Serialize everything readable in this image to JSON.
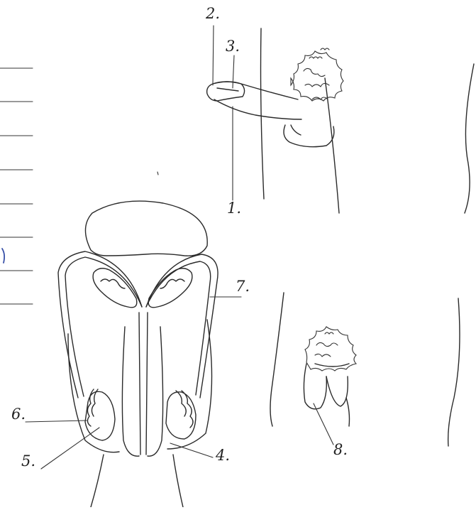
{
  "labels": {
    "l1": "1.",
    "l2": "2.",
    "l3": "3.",
    "l4": "4.",
    "l5": "5.",
    "l6": "6.",
    "l7": "7.",
    "l8": "8."
  },
  "colors": {
    "ink": "#2a2a2a",
    "pen_blue": "#3a52a8"
  }
}
